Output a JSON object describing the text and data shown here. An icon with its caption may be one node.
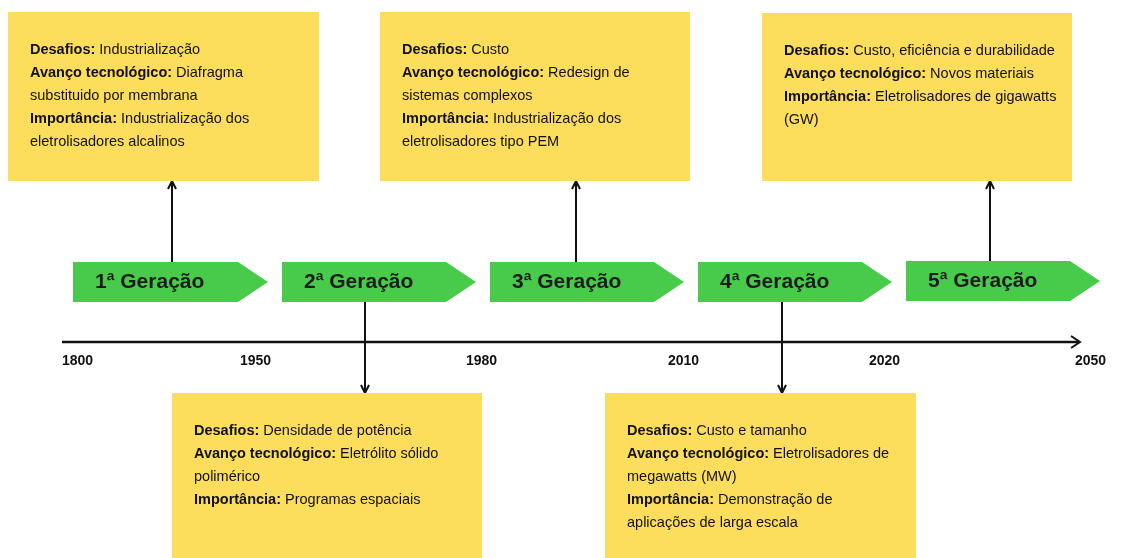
{
  "diagram": {
    "nodes": [
      {
        "text": [
          "**Desafios:** Industrialização",
          "**Avanço tecnológico:** Diafragma substituido por membrana",
          "**Importância:** Industrialização dos eletrolisadores alcalinos"
        ]
      },
      {
        "text": [
          "**Desafios:** Custo",
          "**Avanço tecnológico:** Redesign de sistemas complexos",
          "**Importância:** Industrialização dos eletrolisadores tipo PEM"
        ]
      },
      {
        "text": [
          "**Desafios:** Custo, eficiência e durabilidade",
          "**Avanço tecnológico:** Novos materiais",
          "**Importância:** Eletrolisadores de gigawatts (GW)"
        ]
      },
      {
        "text": [
          "1ª Geração"
        ]
      },
      {
        "text": [
          "2ª Geração"
        ]
      },
      {
        "text": [
          "3ª Geração"
        ]
      },
      {
        "text": [
          "4ª Geração"
        ]
      },
      {
        "text": [
          "5ª Geração"
        ]
      },
      {
        "text": [
          "**Desafios:** Densidade de potência",
          "**Avanço tecnológico:** Eletrólito sólido polimérico",
          "**Importância:** Programas espaciais"
        ]
      },
      {
        "text": [
          "**Desafios:** Custo e tamanho",
          "**Avanço tecnológico:** Eletrolisadores de megawatts (MW)",
          "**Importância:** Demonstração de aplicações de larga escala"
        ]
      }
    ],
    "edges": [
      {
        "from": 3,
        "to": 0,
        "arrow": "to"
      },
      {
        "from": 4,
        "to": 8,
        "arrow": "to"
      },
      {
        "from": 5,
        "to": 1,
        "arrow": "to"
      },
      {
        "from": 6,
        "to": 9,
        "arrow": "to"
      },
      {
        "from": 7,
        "to": 2,
        "arrow": "to"
      }
    ],
    "labels": [
      "1800",
      "1950",
      "1980",
      "2010",
      "2020",
      "2050"
    ]
  }
}
